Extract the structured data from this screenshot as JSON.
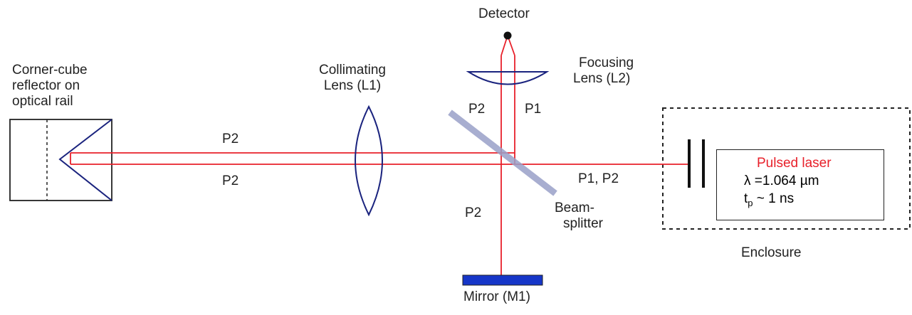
{
  "labels": {
    "detector": "Detector",
    "focusing_lens": [
      "Focusing",
      "Lens (L2)"
    ],
    "corner_cube": [
      "Corner-cube",
      "reflector on",
      "optical rail"
    ],
    "collimating_lens": [
      "Collimating",
      "Lens (L1)"
    ],
    "beam_labels": {
      "p2_upper_left": "P2",
      "p2_lower_left": "P2",
      "p2_vertical_up": "P2",
      "p1_vertical_up": "P1",
      "p2_vertical_down": "P2",
      "p1_p2_right": "P1, P2"
    },
    "beamsplitter": [
      "Beam-",
      "splitter"
    ],
    "enclosure": "Enclosure",
    "mirror": "Mirror (M1)",
    "laser": {
      "name": "Pulsed laser",
      "wavelength_symbol": "λ",
      "wavelength_value": "=1.064 µm",
      "pulse_prefix": "t",
      "pulse_sub": "p",
      "pulse_value": " ~ 1 ns"
    }
  },
  "colors": {
    "beam": "#e8202a",
    "laser_text": "#e8202a",
    "lens": "#1a237e",
    "mirror": "#1636c8",
    "beamsplitter": "#9aa0c8",
    "outline": "#222222"
  }
}
